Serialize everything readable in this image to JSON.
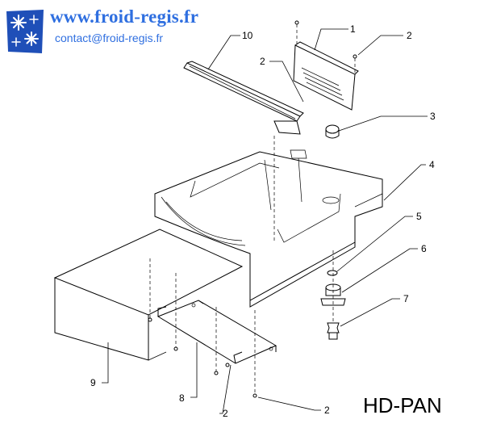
{
  "header": {
    "site_url": "www.froid-regis.fr",
    "contact": "contact@froid-regis.fr",
    "logo_icon": "snowflake-logo-icon"
  },
  "diagram": {
    "title": "HD-PAN",
    "callouts": [
      {
        "id": "c1",
        "label": "1"
      },
      {
        "id": "c2a",
        "label": "2"
      },
      {
        "id": "c2b",
        "label": "2"
      },
      {
        "id": "c3",
        "label": "3"
      },
      {
        "id": "c4",
        "label": "4"
      },
      {
        "id": "c5",
        "label": "5"
      },
      {
        "id": "c6",
        "label": "6"
      },
      {
        "id": "c7",
        "label": "7"
      },
      {
        "id": "c8",
        "label": "8"
      },
      {
        "id": "c9",
        "label": "9"
      },
      {
        "id": "c10",
        "label": "10"
      },
      {
        "id": "c2c",
        "label": "2"
      },
      {
        "id": "c2d",
        "label": "2"
      }
    ]
  },
  "colors": {
    "brand_blue": "#2f6fe0",
    "logo_blue": "#1f4fb8",
    "line": "#000000"
  }
}
